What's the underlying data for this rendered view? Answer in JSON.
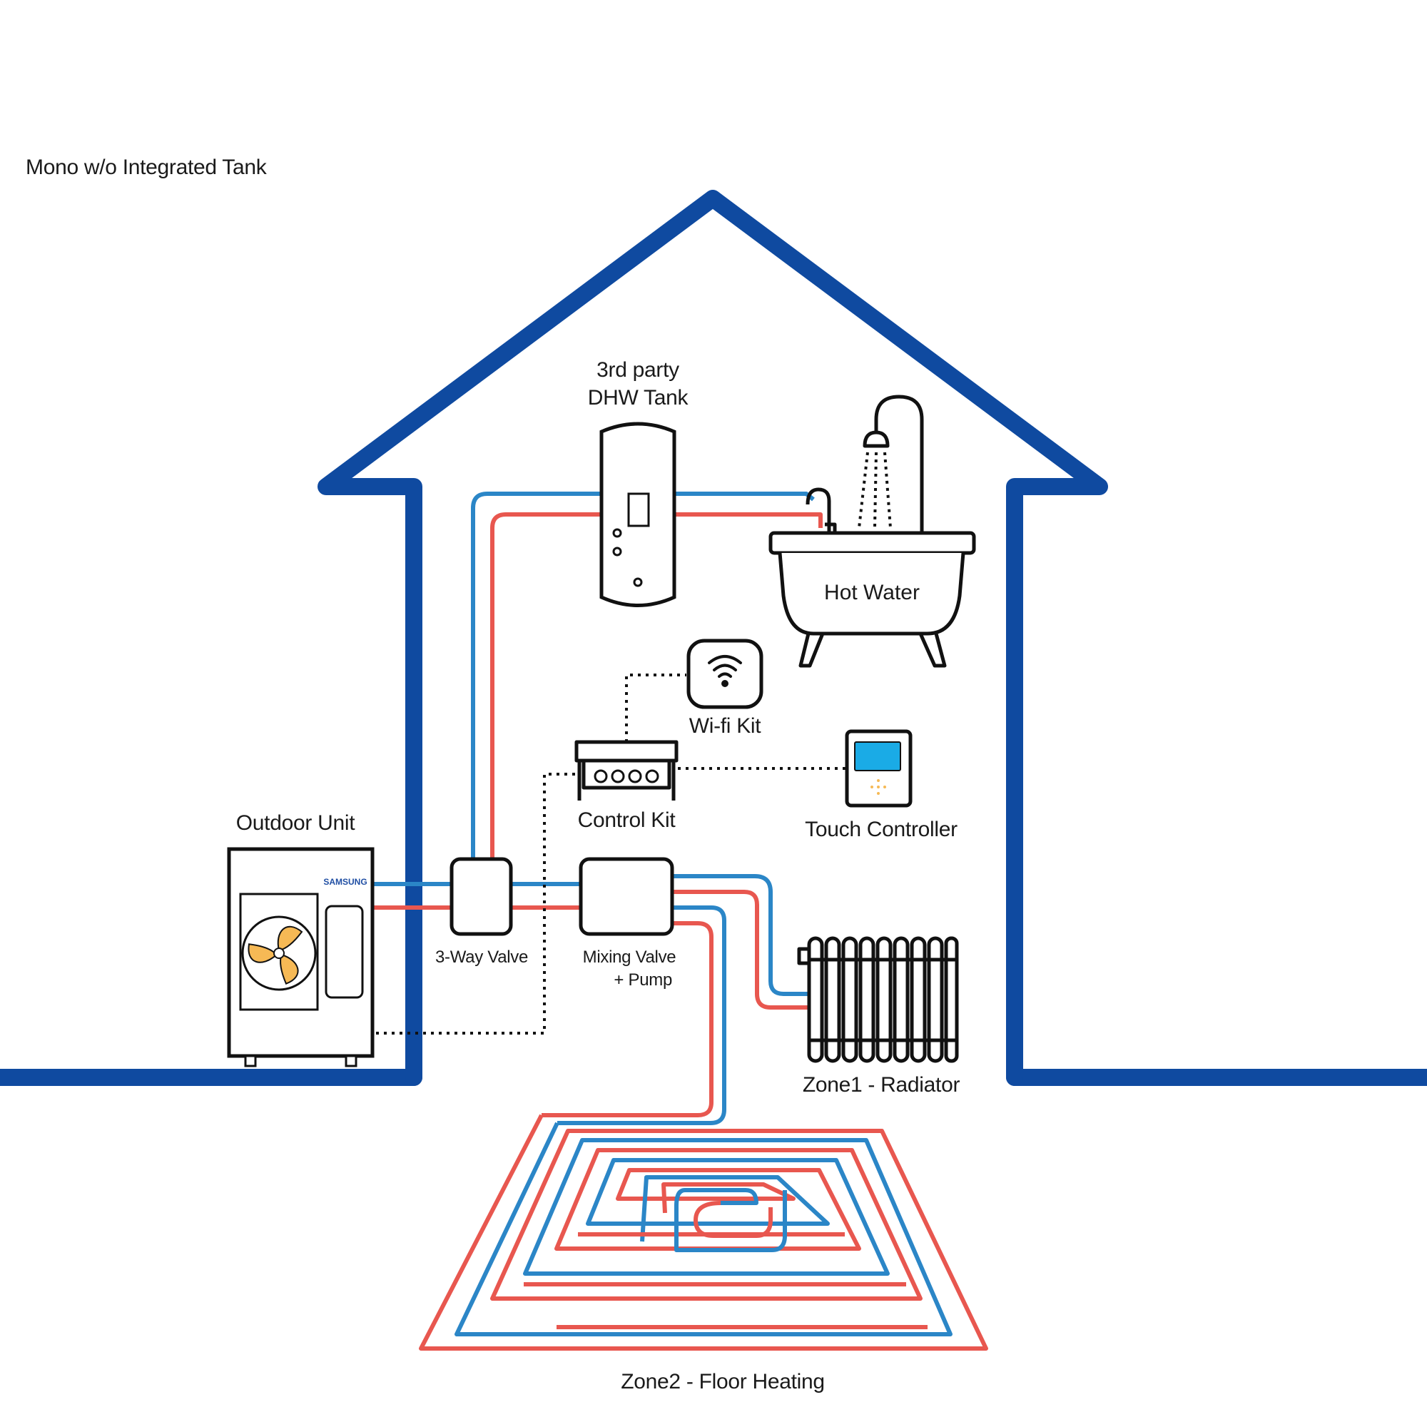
{
  "title": "Mono w/o Integrated Tank",
  "colors": {
    "house": "#0f4aa0",
    "supply": "#e8574f",
    "return": "#2b86c7",
    "outline": "#111111",
    "fan": "#f6b955",
    "screen": "#1aabe6",
    "brand": "#1f4ea3"
  },
  "labels": {
    "dhw_tank_line1": "3rd party",
    "dhw_tank_line2": "DHW Tank",
    "hot_water": "Hot Water",
    "wifi_kit": "Wi-fi Kit",
    "control_kit": "Control Kit",
    "touch_controller": "Touch Controller",
    "outdoor_unit": "Outdoor Unit",
    "three_way_valve": "3-Way Valve",
    "mixing_valve_line1": "Mixing Valve",
    "mixing_valve_line2": "+ Pump",
    "zone1": "Zone1 - Radiator",
    "zone2": "Zone2 - Floor Heating",
    "brand": "SAMSUNG"
  },
  "icons": {
    "wifi": "wifi-icon",
    "fan": "fan-icon",
    "faucet": "faucet-icon",
    "shower": "shower-icon",
    "bathtub": "bathtub-icon",
    "radiator": "radiator-icon",
    "dpad": "dpad-icon"
  }
}
